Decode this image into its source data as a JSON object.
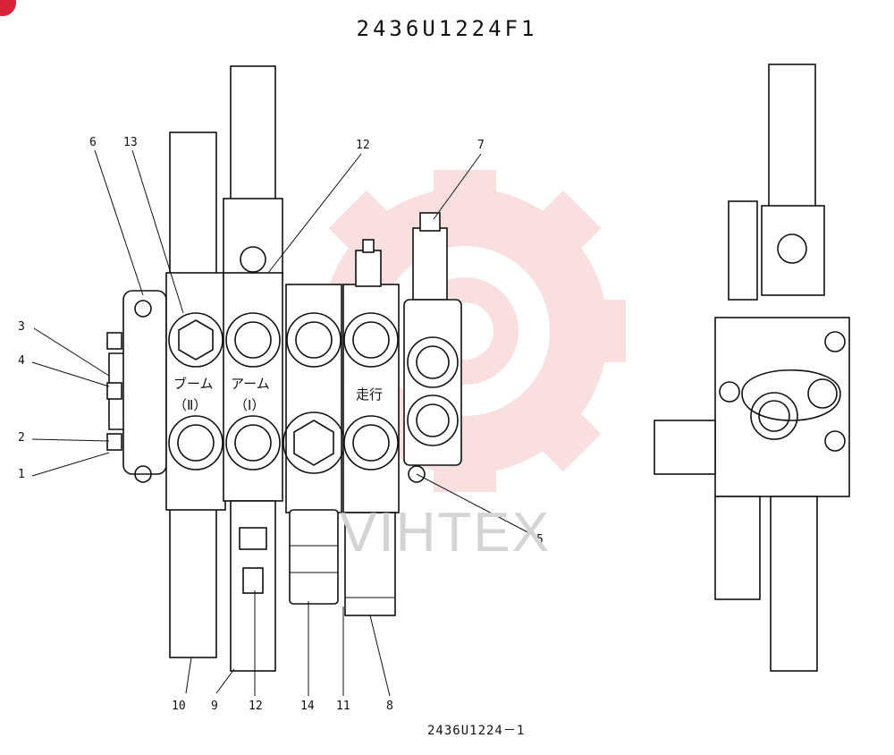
{
  "drawing": {
    "title": "2436U1224F1",
    "footer_code": "2436U1224－1",
    "watermark_text": "VIHTEX",
    "watermark_color": "#d4d4d4",
    "gear_color": "#f5c6c6",
    "badge_color": "#d8223a"
  },
  "section_labels": {
    "boom": "ブーム",
    "boom_numeral": "（Ⅱ）",
    "arm": "アーム",
    "arm_numeral": "（Ⅰ）",
    "travel": "走行"
  },
  "callouts": {
    "c1": "1",
    "c2": "2",
    "c3": "3",
    "c4": "4",
    "c5": "5",
    "c6": "6",
    "c7": "7",
    "c8": "8",
    "c9": "9",
    "c10": "10",
    "c11": "11",
    "c12_top": "12",
    "c12_bottom": "12",
    "c13": "13",
    "c14": "14"
  }
}
